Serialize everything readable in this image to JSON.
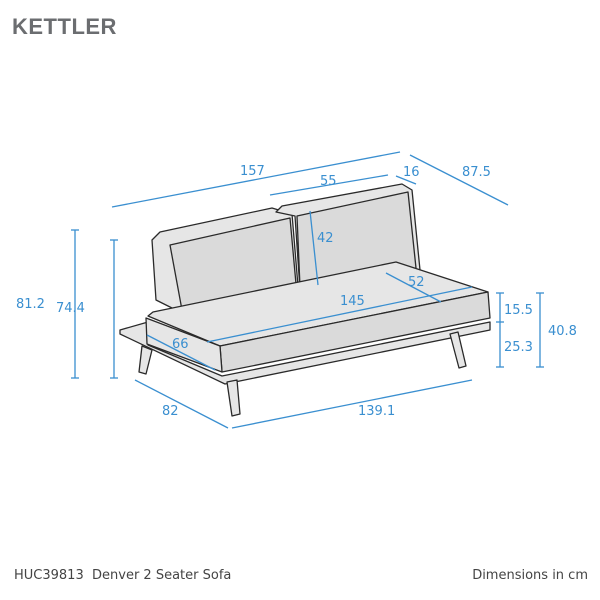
{
  "brand": "KETTLER",
  "product": {
    "code": "HUC39813",
    "name": "Denver 2 Seater Sofa"
  },
  "units_note": "Dimensions in cm",
  "dimensions": {
    "overall_width": "157",
    "back_cushion_width": "55",
    "back_cushion_depth": "16",
    "overall_depth": "87.5",
    "overall_height": "81.2",
    "back_height": "74.4",
    "back_cushion_height": "42",
    "seat_depth": "52",
    "seat_width": "145",
    "arm_depth": "66",
    "frame_depth": "82",
    "frame_width": "139.1",
    "seat_cushion_height": "15.5",
    "seat_frame_height": "25.3",
    "seat_height": "40.8"
  },
  "colors": {
    "dimension": "#3a8fd0",
    "logo": "#6b6d70"
  }
}
